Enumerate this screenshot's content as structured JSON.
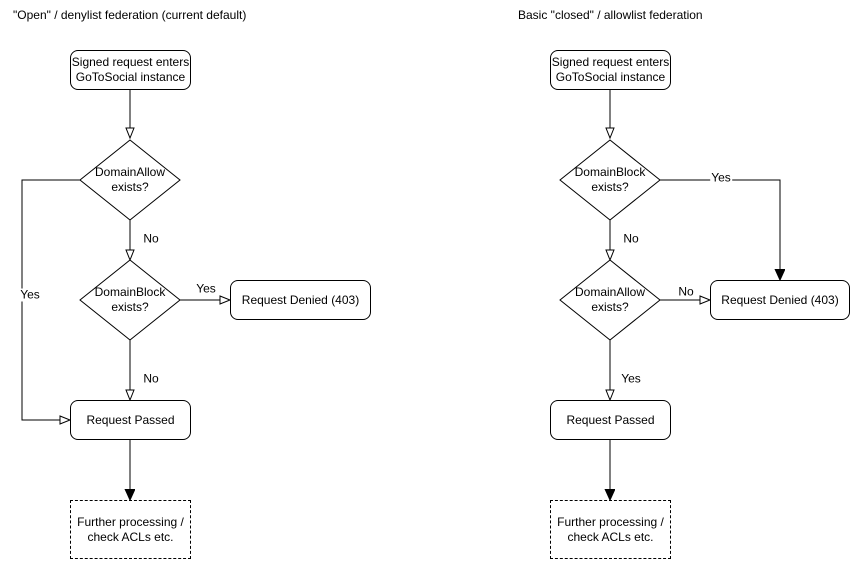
{
  "colors": {
    "stroke": "#000000",
    "text": "#000000",
    "node_fill": "#ffffff",
    "background": "#ffffff"
  },
  "left_chart": {
    "title": "\"Open\" / denylist federation (current default)",
    "nodes": {
      "start": "Signed request enters\nGoToSocial instance",
      "decision1": "DomainAllow\nexists?",
      "decision2": "DomainBlock\nexists?",
      "denied": "Request Denied (403)",
      "passed": "Request Passed",
      "further": "Further processing /\ncheck ACLs etc."
    },
    "edge_labels": {
      "decision1_yes": "Yes",
      "decision1_no": "No",
      "decision2_yes": "Yes",
      "decision2_no": "No"
    }
  },
  "right_chart": {
    "title": "Basic \"closed\" / allowlist federation",
    "nodes": {
      "start": "Signed request enters\nGoToSocial instance",
      "decision1": "DomainBlock\nexists?",
      "decision2": "DomainAllow\nexists?",
      "denied": "Request Denied (403)",
      "passed": "Request Passed",
      "further": "Further processing /\ncheck ACLs etc."
    },
    "edge_labels": {
      "decision1_yes": "Yes",
      "decision1_no": "No",
      "decision2_no": "No",
      "decision2_yes": "Yes"
    }
  }
}
